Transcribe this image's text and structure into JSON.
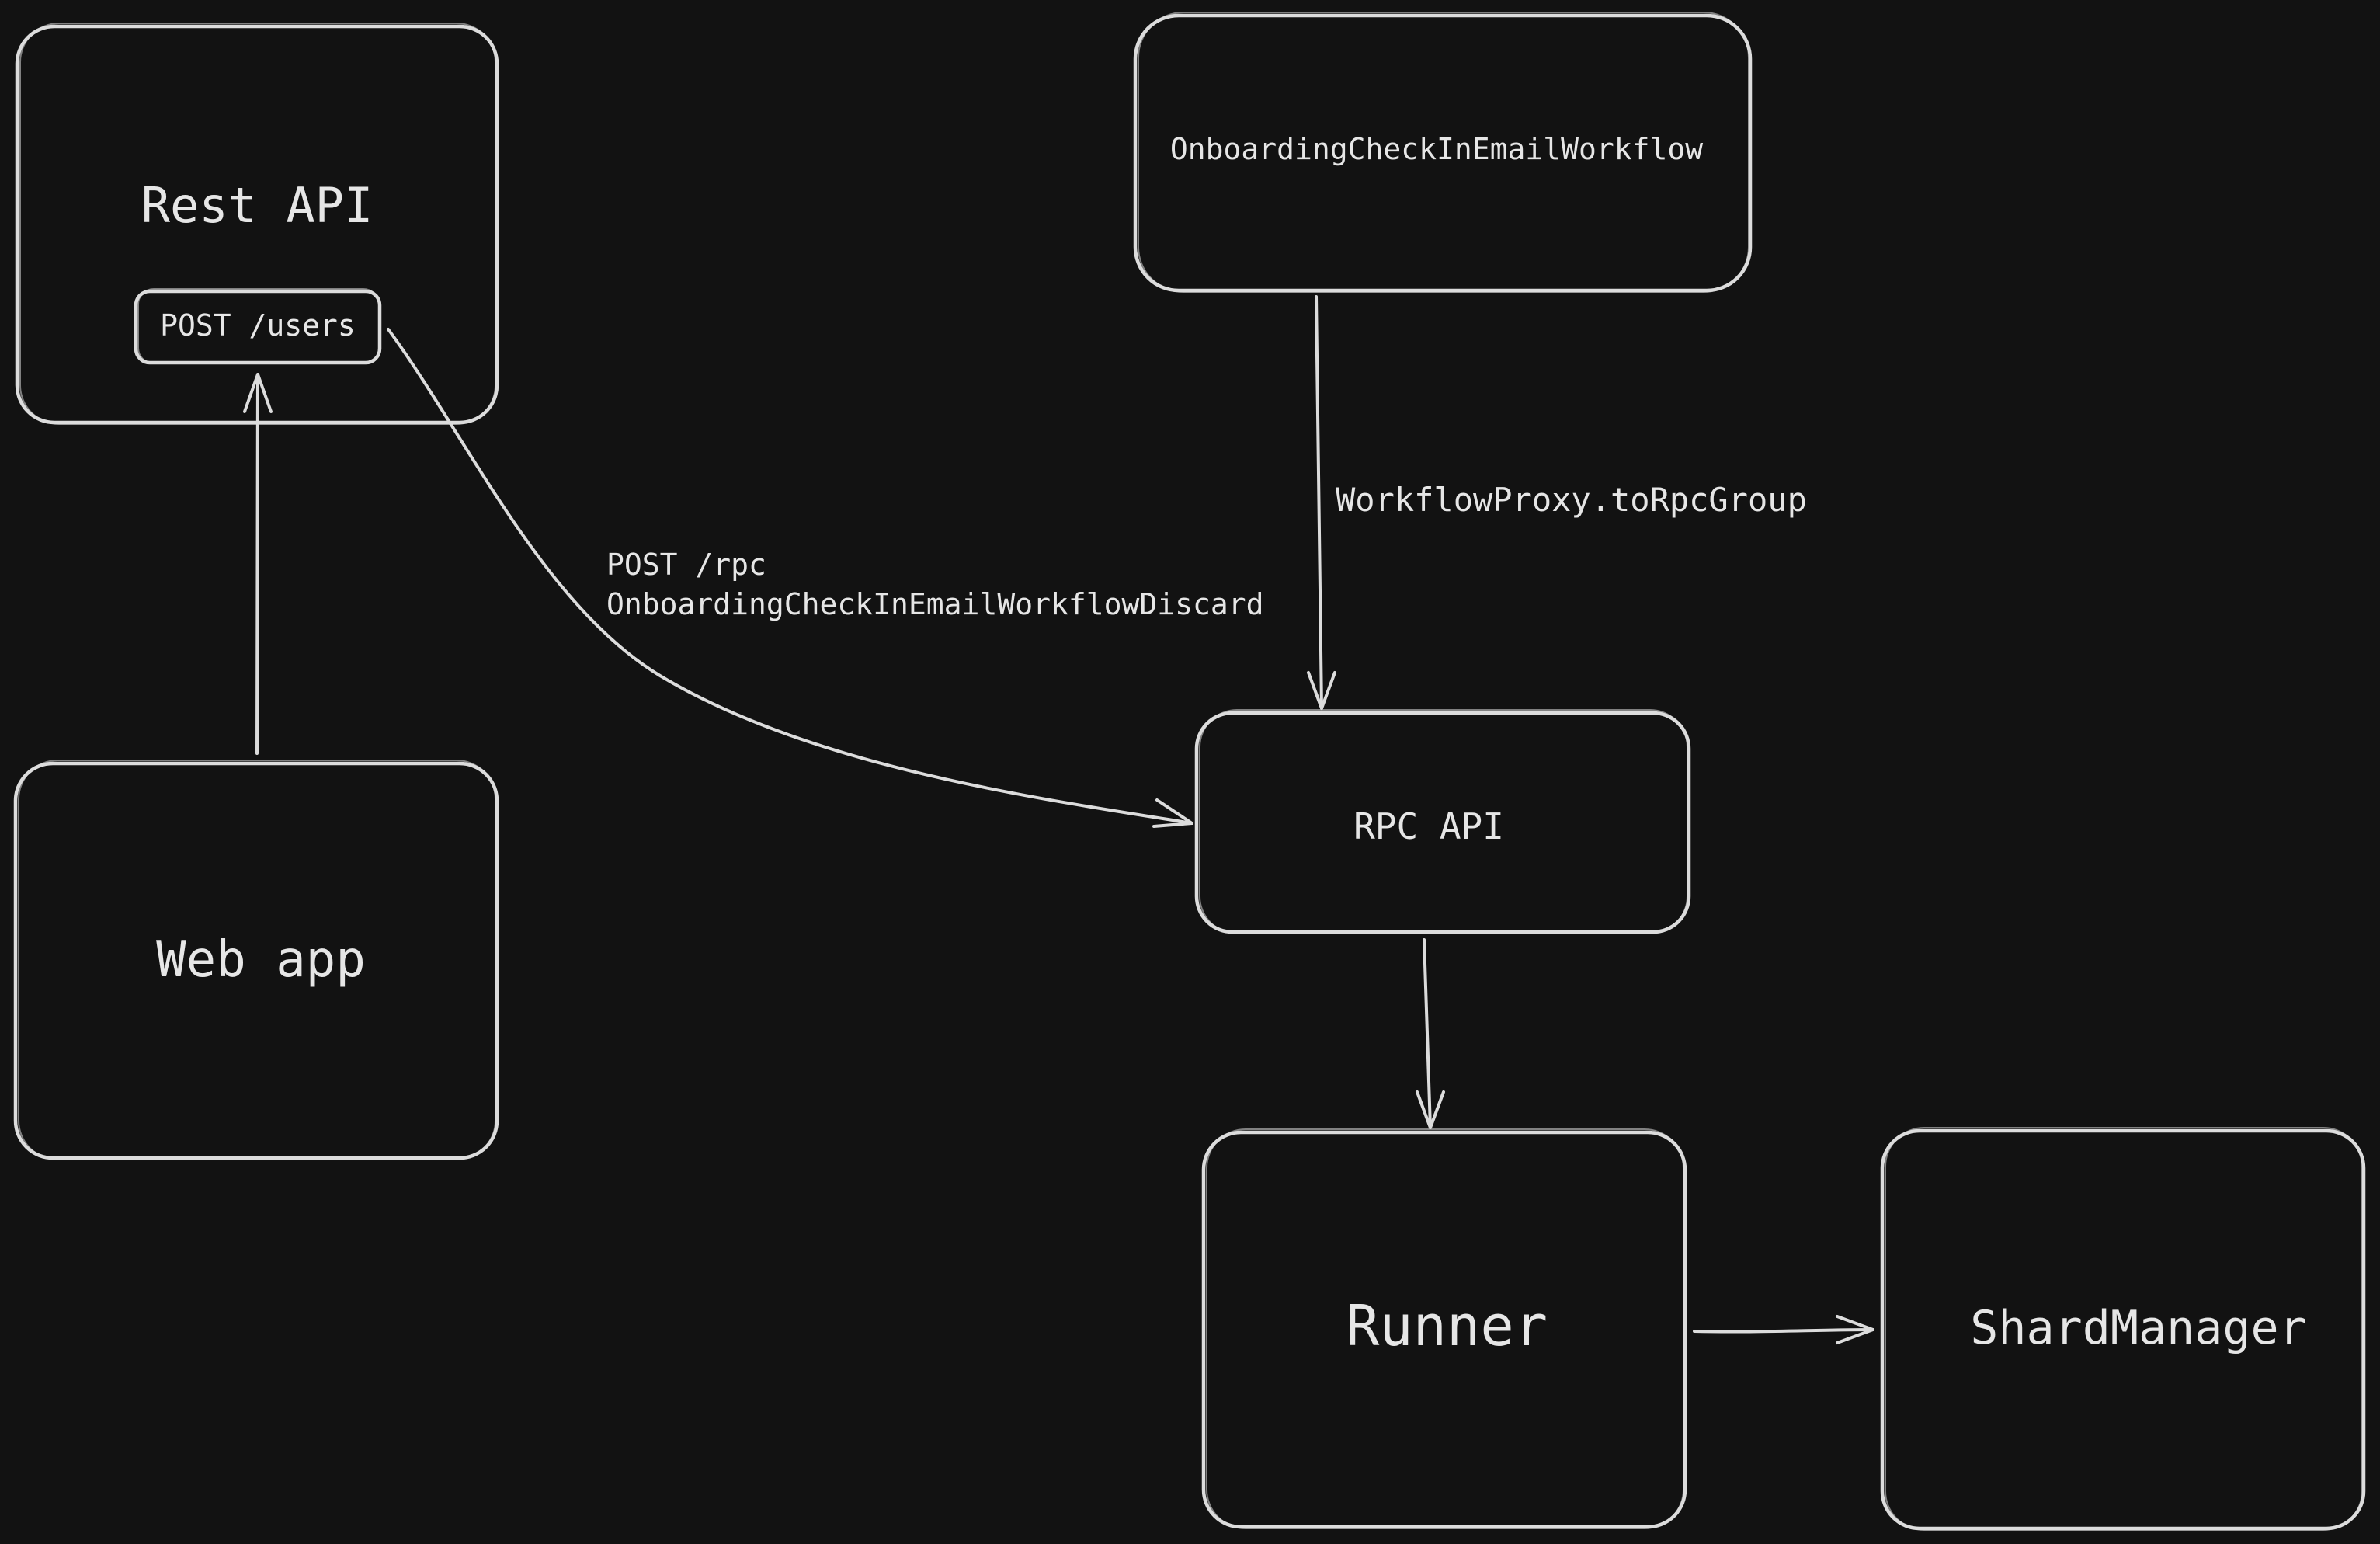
{
  "colors": {
    "background": "#121212",
    "stroke": "#dcdcdc",
    "text": "#e6e6e6"
  },
  "nodes": {
    "rest_api": {
      "label": "Rest API"
    },
    "post_users": {
      "label": "POST /users"
    },
    "web_app": {
      "label": "Web app"
    },
    "workflow": {
      "label": "OnboardingCheckInEmailWorkflow"
    },
    "rpc_api": {
      "label": "RPC API"
    },
    "runner": {
      "label": "Runner"
    },
    "shard_manager": {
      "label": "ShardManager"
    }
  },
  "edges": {
    "web_to_post_users": {
      "from": "Web app",
      "to": "POST /users"
    },
    "post_users_to_rpc": {
      "from": "POST /users",
      "to": "RPC API",
      "label_line1": "POST /rpc",
      "label_line2": "OnboardingCheckInEmailWorkflowDiscard"
    },
    "workflow_to_rpc": {
      "from": "OnboardingCheckInEmailWorkflow",
      "to": "RPC API",
      "label": "WorkflowProxy.toRpcGroup"
    },
    "rpc_to_runner": {
      "from": "RPC API",
      "to": "Runner"
    },
    "runner_to_shard": {
      "from": "Runner",
      "to": "ShardManager"
    }
  }
}
